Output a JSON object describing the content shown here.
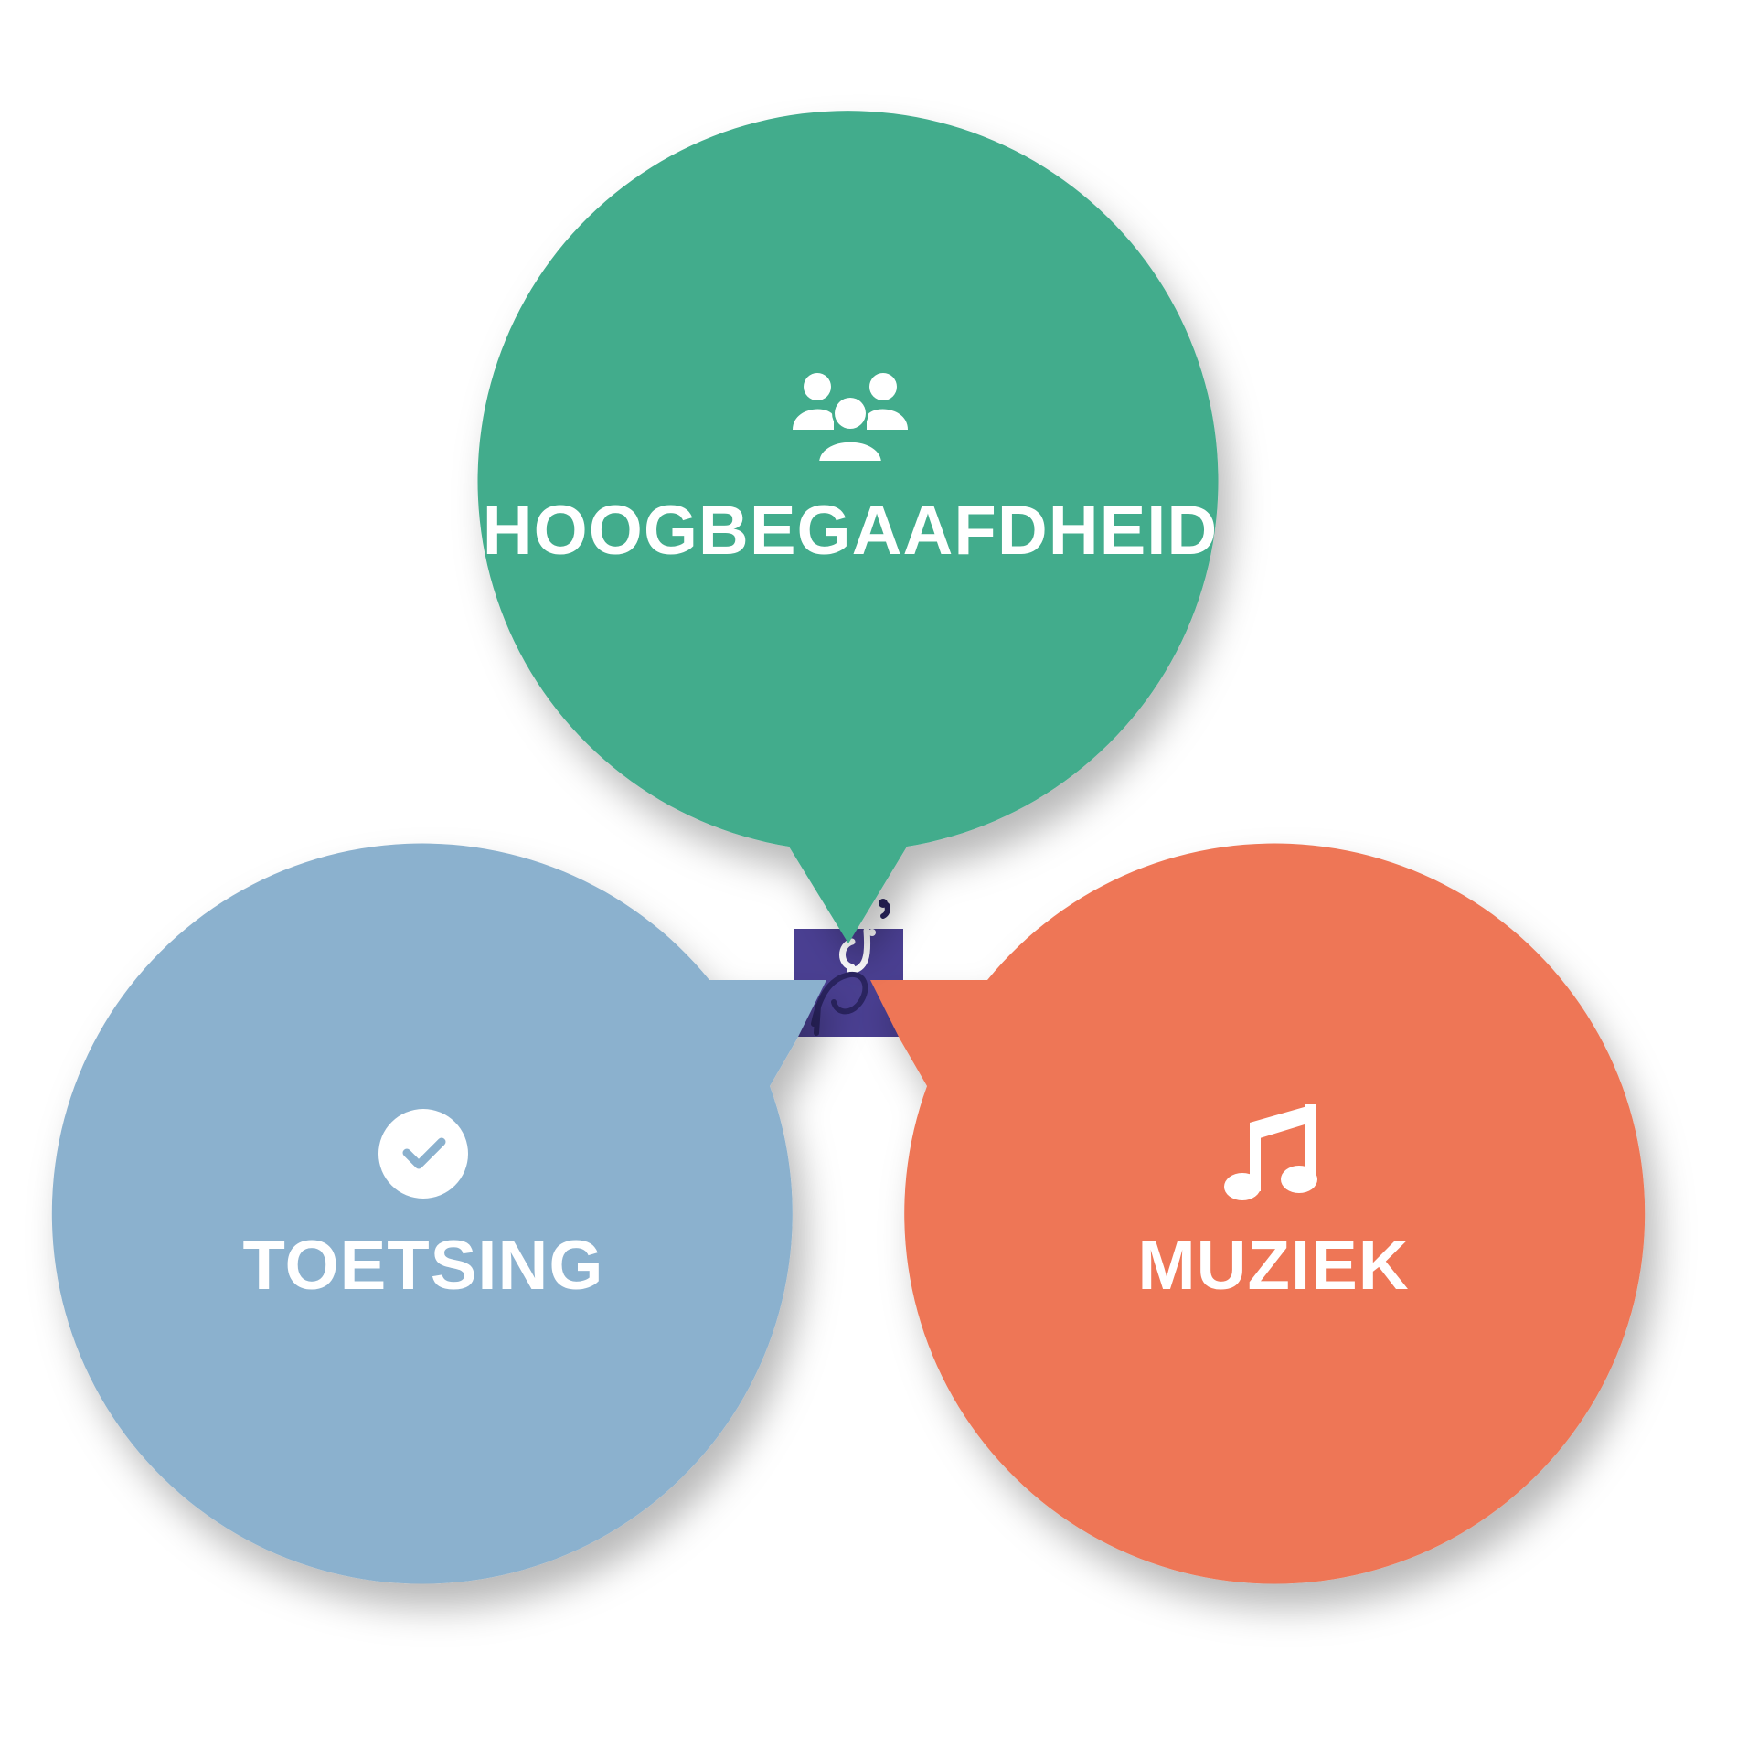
{
  "bubbles": [
    {
      "id": "top",
      "label": "HOOGBEGAAFDHEID",
      "icon": "users-group-icon",
      "color": "#42AC8C"
    },
    {
      "id": "left",
      "label": "TOETSING",
      "icon": "check-circle-icon",
      "color": "#8BB1CE"
    },
    {
      "id": "right",
      "label": "MUZIEK",
      "icon": "music-note-icon",
      "color": "#EE7656"
    }
  ],
  "center_badge": {
    "icon": "clef-logo-icon",
    "color": "#4A3F92"
  }
}
